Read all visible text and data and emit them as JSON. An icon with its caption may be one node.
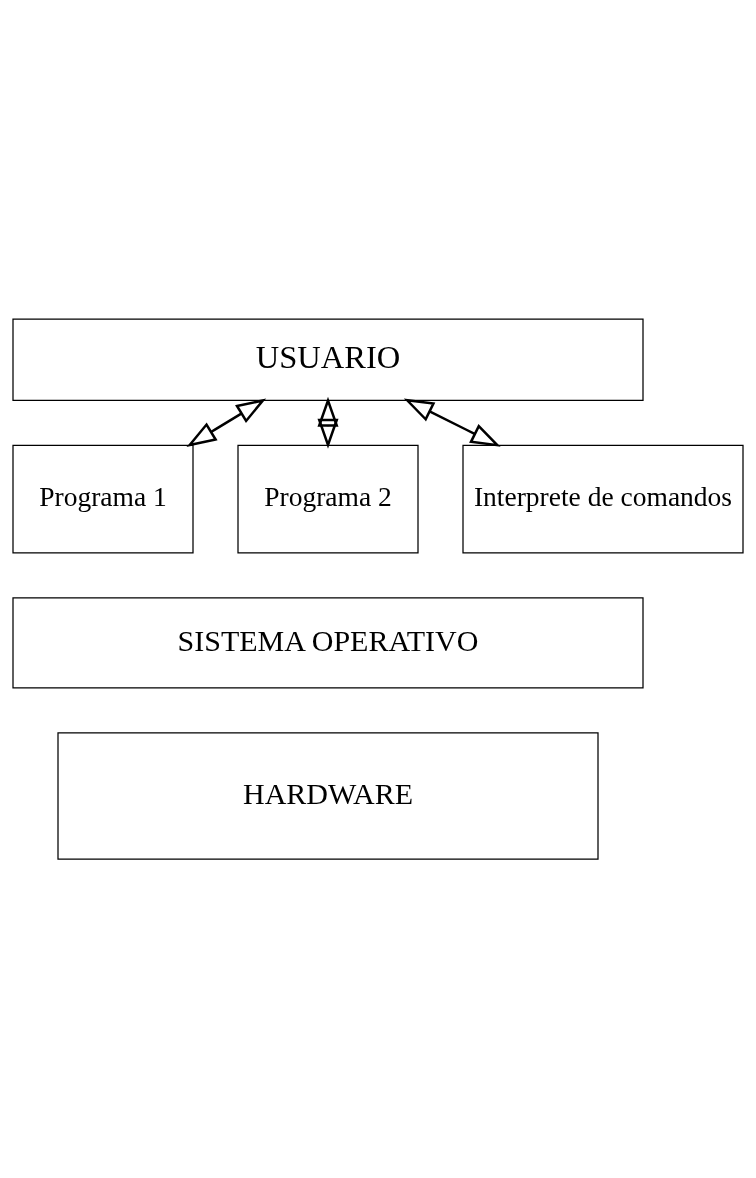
{
  "diagram": {
    "nodes": [
      {
        "text": [
          "USUARIO"
        ]
      },
      {
        "text": [
          "Programa 1"
        ]
      },
      {
        "text": [
          "Programa 2"
        ]
      },
      {
        "text": [
          "Interprete de comandos"
        ]
      },
      {
        "text": [
          "SISTEMA OPERATIVO"
        ]
      },
      {
        "text": [
          "HARDWARE"
        ]
      }
    ],
    "edges": [
      {
        "from": 0,
        "to": 1,
        "arrow": "both"
      },
      {
        "from": 0,
        "to": 2,
        "arrow": "both"
      },
      {
        "from": 0,
        "to": 3,
        "arrow": "both"
      }
    ]
  }
}
